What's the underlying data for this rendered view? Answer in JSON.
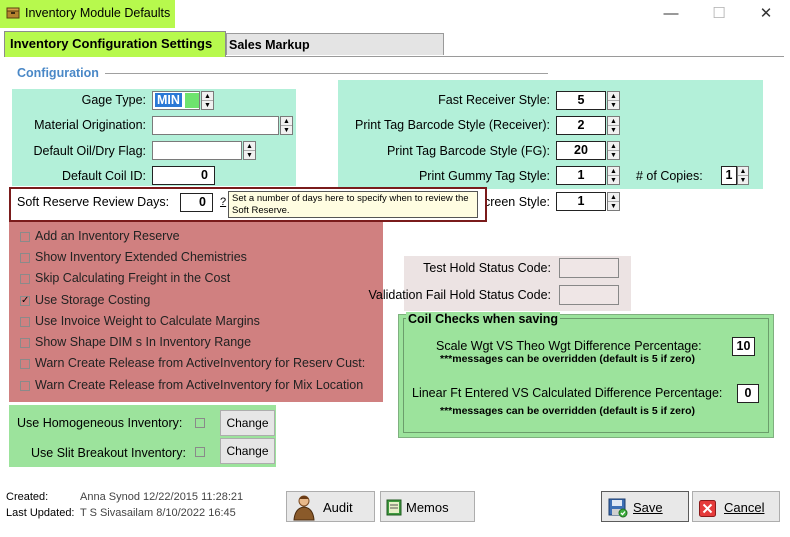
{
  "window": {
    "title": "Inventory Module Defaults",
    "minimize_glyph": "—",
    "maximize_glyph": "☐",
    "close_glyph": "✕"
  },
  "tabs": [
    {
      "label": "Inventory Configuration Settings",
      "active": true
    },
    {
      "label": "Sales Markup",
      "active": false
    }
  ],
  "configuration": {
    "section_label": "Configuration",
    "gage_type": {
      "label": "Gage Type:",
      "value": "MIN"
    },
    "material_origination": {
      "label": "Material Origination:",
      "value": ""
    },
    "default_oil_dry_flag": {
      "label": "Default Oil/Dry Flag:",
      "value": ""
    },
    "default_coil_id": {
      "label": "Default Coil ID:",
      "value": "0"
    },
    "soft_reserve": {
      "label": "Soft Reserve Review Days:",
      "value": "0",
      "help": "?"
    },
    "tooltip": "Set a number of days here to specify when to review the Soft Reserve.",
    "fast_receiver_style": {
      "label": "Fast Receiver Style:",
      "value": "5"
    },
    "print_tag_barcode_receiver": {
      "label": "Print Tag Barcode Style (Receiver):",
      "value": "2"
    },
    "print_tag_barcode_fg": {
      "label": "Print Tag Barcode Style (FG):",
      "value": "20"
    },
    "print_gummy_tag_style": {
      "label": "Print Gummy Tag Style:",
      "value": "1"
    },
    "copies": {
      "label": "# of Copies:",
      "value": "1"
    },
    "screen_style": {
      "label": "Screen Style:",
      "value": "1"
    }
  },
  "checkboxes": [
    {
      "label": "Add an Inventory Reserve",
      "checked": false
    },
    {
      "label": "Show Inventory Extended Chemistries",
      "checked": false
    },
    {
      "label": "Skip Calculating Freight in the Cost",
      "checked": false
    },
    {
      "label": "Use Storage Costing",
      "checked": true
    },
    {
      "label": "Use Invoice Weight to Calculate Margins",
      "checked": false
    },
    {
      "label": "Show Shape DIM s In Inventory Range",
      "checked": false
    },
    {
      "label": "Warn Create Release from ActiveInventory for Reserv Cust:",
      "checked": false
    },
    {
      "label": "Warn Create Release from ActiveInventory for Mix Location",
      "checked": false
    }
  ],
  "checkmark_glyph": "✓",
  "hold_status": {
    "test_label": "Test Hold Status Code:",
    "test_value": "",
    "validation_label": "Validation Fail Hold Status Code:",
    "validation_value": ""
  },
  "coil_checks": {
    "title": "Coil Checks when saving",
    "scale_label": "Scale Wgt VS Theo Wgt Difference Percentage:",
    "scale_value": "10",
    "note1": "***messages can be overridden (default is 5 if zero)",
    "linear_label": "Linear Ft Entered VS Calculated Difference Percentage:",
    "linear_value": "0",
    "note2": "***messages can be overridden (default is 5 if zero)"
  },
  "homogeneous": {
    "label": "Use Homogeneous Inventory:",
    "button": "Change",
    "checked": false
  },
  "slit_breakout": {
    "label": "Use Slit Breakout Inventory:",
    "button": "Change",
    "checked": false
  },
  "footer": {
    "created_label": "Created:",
    "created_value": "Anna Synod 12/22/2015 11:28:21",
    "updated_label": "Last Updated:",
    "updated_value": "T S Sivasailam 8/10/2022 16:45",
    "audit_label": "Audit",
    "memos_label": "Memos",
    "save_label": "Save",
    "cancel_label": "Cancel"
  },
  "colors": {
    "title_highlight": "#b7f94d",
    "panel_green": "#b3f0d9",
    "panel_red": "#d08080",
    "coil_green": "#9ce39c",
    "section_blue": "#4a88c7",
    "soft_reserve_border": "#7a1b1b"
  }
}
